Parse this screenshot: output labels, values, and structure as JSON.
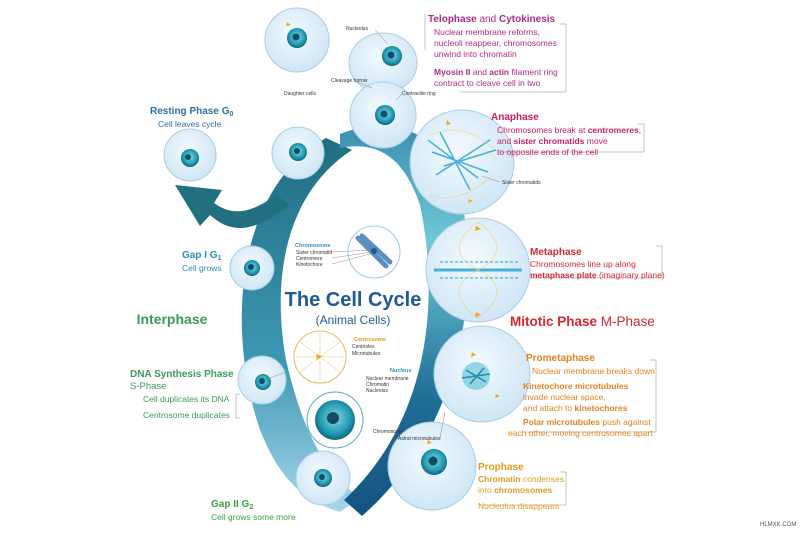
{
  "title": "The Cell Cycle",
  "subtitle": "(Animal Cells)",
  "interphase": "Interphase",
  "mitotic": {
    "bold": "Mitotic Phase",
    "rest": " M-Phase"
  },
  "resting": {
    "title": "Resting Phase G",
    "sub": "0",
    "desc": "Cell leaves cycle"
  },
  "gap1": {
    "title": "Gap I G",
    "sub": "1",
    "desc": "Cell grows"
  },
  "dna": {
    "title": "DNA Synthesis Phase",
    "title2": "S-Phase",
    "line1": "Cell duplicates its DNA",
    "line2": "Centrosome duplicates"
  },
  "gap2": {
    "title": "Gap II G",
    "sub": "2",
    "desc": "Cell grows some more"
  },
  "telophase": {
    "title": "Telophase",
    "and": " and ",
    "title2": "Cytokinesis",
    "l1": "Nuclear membrane reforms,",
    "l2": "nucleoli reappear, chromosomes",
    "l3": "unwind into chromatin",
    "l4a": "Myosin II",
    "l4b": " and ",
    "l4c": "actin",
    "l4d": " filament ring",
    "l5": "contract to cleave cell in two"
  },
  "anaphase": {
    "title": "Anaphase",
    "l1a": "Chromosomes break at ",
    "l1b": "centromeres",
    "l1c": ",",
    "l2a": "and ",
    "l2b": "sister chromatids",
    "l2c": " move",
    "l3": "to opposite ends of the cell"
  },
  "metaphase": {
    "title": "Metaphase",
    "l1": "Chromosomes line up along",
    "l2a": "metaphase plate",
    "l2b": " (imaginary plane)"
  },
  "prometaphase": {
    "title": "Prometaphase",
    "l1": "Nuclear membrane breaks down",
    "l2": "Kinetochore microtubules",
    "l3": "invade nuclear space,",
    "l4a": "and attach to ",
    "l4b": "kinetochores",
    "l5a": "Polar microtubules",
    "l5b": " push against",
    "l6": "each other, moving centrosomes apart"
  },
  "prophase": {
    "title": "Prophase",
    "l1a": "Chromatin",
    "l1b": " condenses",
    "l2a": "into ",
    "l2b": "chromosomes",
    "l3": "Nucleolus disappears"
  },
  "small_labels": {
    "nucleolus": "Nucleolus",
    "daughter_cells": "Daughter cells",
    "cleavage_furrow": "Cleavage furrow",
    "contractile_ring": "Contractile ring",
    "sister_chromatids": "Sister chromatids",
    "astral_microtubules": "Astral microtubules",
    "chromosome": "Chromosome"
  },
  "chromosome_inset": {
    "title": "Chromosome",
    "items": [
      "Sister chromatid",
      "Centromere",
      "Kinetochore"
    ]
  },
  "centrosome_inset": {
    "title": "Centrosome",
    "items": [
      "Centrioles",
      "Microtubules"
    ]
  },
  "nucleus_inset": {
    "title": "Nucleus",
    "items": [
      "Nuclear membrane",
      "Chromatin",
      "Nucleolus"
    ]
  },
  "watermark": "HLMXK.COM",
  "colors": {
    "interphase": "#3a9a5c",
    "mitotic": "#d9262f",
    "title": "#1d5a96",
    "telophase": "#b3288f",
    "anaphase": "#c81e62",
    "metaphase": "#d9262f",
    "prometaphase": "#e5811f",
    "prophase": "#e49a1a",
    "resting": "#2f6fa8",
    "gap1": "#2f8fb0",
    "dna": "#3a9a5c",
    "gap2": "#3aa040"
  }
}
